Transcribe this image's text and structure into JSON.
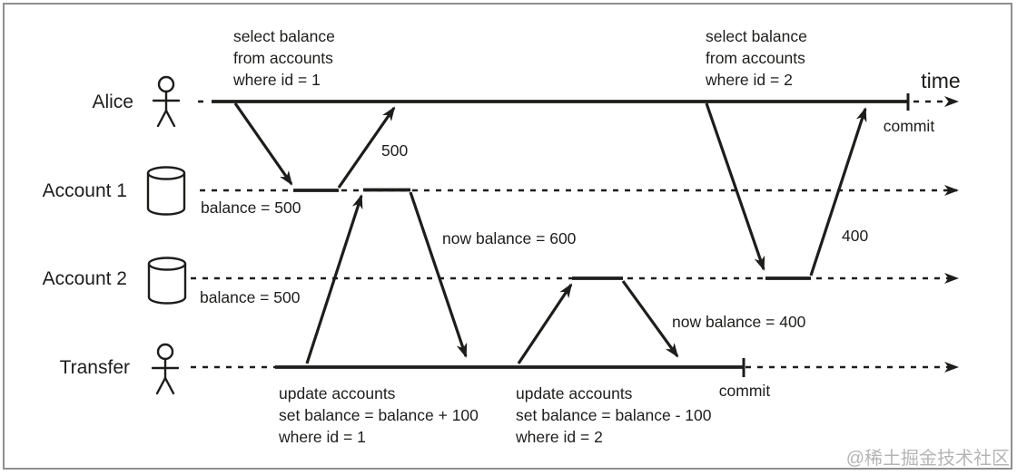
{
  "diagram": {
    "type": "sequence-timeline",
    "description": "Transaction read-skew timeline: Alice reads account balances while a concurrent Transfer transaction moves 100 between accounts",
    "time_label": "time",
    "watermark": "@稀土掘金技术社区",
    "colors": {
      "ink": "#1d1d1b",
      "watermark": "#b5b5b5",
      "border": "#8f8f8f",
      "background": "#ffffff"
    },
    "actors": [
      {
        "label": "Alice",
        "icon": "person"
      },
      {
        "label": "Account 1",
        "icon": "database-cylinder"
      },
      {
        "label": "Account 2",
        "icon": "database-cylinder"
      },
      {
        "label": "Transfer",
        "icon": "person"
      }
    ],
    "annotations": {
      "query1": {
        "lines": [
          "select balance",
          "from accounts",
          "where id = 1"
        ]
      },
      "query2": {
        "lines": [
          "select balance",
          "from accounts",
          "where id = 2"
        ]
      },
      "update1": {
        "lines": [
          "update accounts",
          "set balance = balance + 100",
          "where id = 1"
        ]
      },
      "update2": {
        "lines": [
          "update accounts",
          "set balance = balance - 100",
          "where id = 2"
        ]
      },
      "reply_500": "500",
      "reply_400": "400",
      "account1_initial": "balance = 500",
      "account2_initial": "balance = 500",
      "account1_after": "now balance = 600",
      "account2_after": "now balance = 400",
      "alice_commit": "commit",
      "transfer_commit": "commit"
    }
  }
}
